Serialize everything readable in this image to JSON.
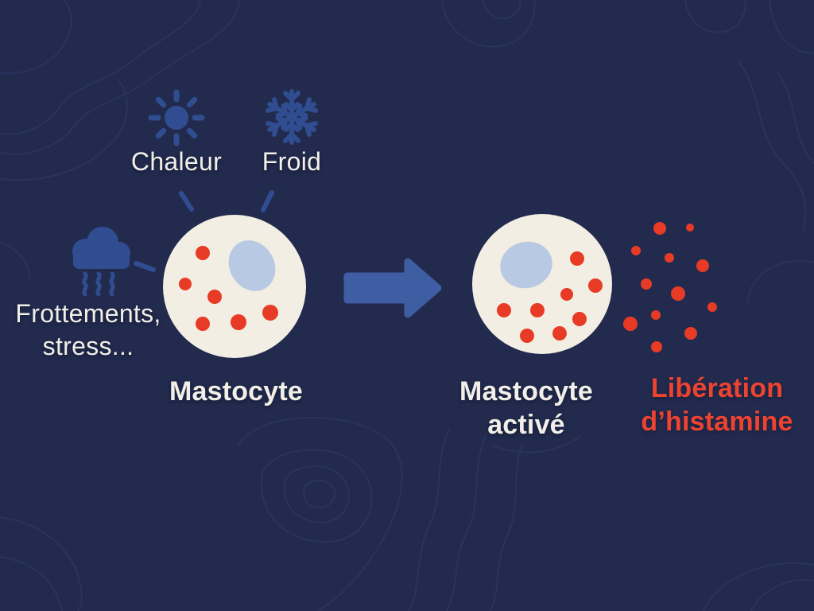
{
  "colors": {
    "background": "#222b4e",
    "contour_line": "#2b3560",
    "icon_blue": "#2f4d90",
    "arrow_blue": "#3e5da2",
    "cell_fill": "#f3eee3",
    "nucleus_fill": "#b7c9e3",
    "granule_red": "#e83b26",
    "histamine_text_red": "#ee4330",
    "label_white": "#f2efe8"
  },
  "triggers": [
    {
      "icon": "sun-icon",
      "label": "Chaleur"
    },
    {
      "icon": "snowflake-icon",
      "label": "Froid"
    },
    {
      "icon": "storm-cloud-icon",
      "label": "Frottements,\nstress..."
    }
  ],
  "cells": {
    "resting": {
      "label": "Mastocyte",
      "granules": [
        [
          255,
          318,
          9
        ],
        [
          233,
          357,
          8
        ],
        [
          270,
          373,
          9
        ],
        [
          255,
          407,
          9
        ],
        [
          300,
          405,
          10
        ],
        [
          340,
          393,
          10
        ]
      ]
    },
    "activated": {
      "label": "Mastocyte\nactivé",
      "granules": [
        [
          726,
          325,
          9
        ],
        [
          749,
          359,
          9
        ],
        [
          713,
          370,
          8
        ],
        [
          634,
          390,
          9
        ],
        [
          676,
          390,
          9
        ],
        [
          729,
          401,
          9
        ],
        [
          663,
          422,
          9
        ],
        [
          704,
          419,
          9
        ]
      ]
    }
  },
  "histamine": {
    "label": "Libération\nd’histamine",
    "dots": [
      [
        830,
        287,
        8
      ],
      [
        868,
        286,
        5
      ],
      [
        800,
        315,
        6
      ],
      [
        842,
        324,
        6
      ],
      [
        884,
        334,
        8
      ],
      [
        813,
        357,
        7
      ],
      [
        853,
        369,
        9
      ],
      [
        896,
        386,
        6
      ],
      [
        825,
        396,
        6
      ],
      [
        793,
        407,
        9
      ],
      [
        869,
        419,
        8
      ],
      [
        826,
        436,
        7
      ]
    ]
  }
}
